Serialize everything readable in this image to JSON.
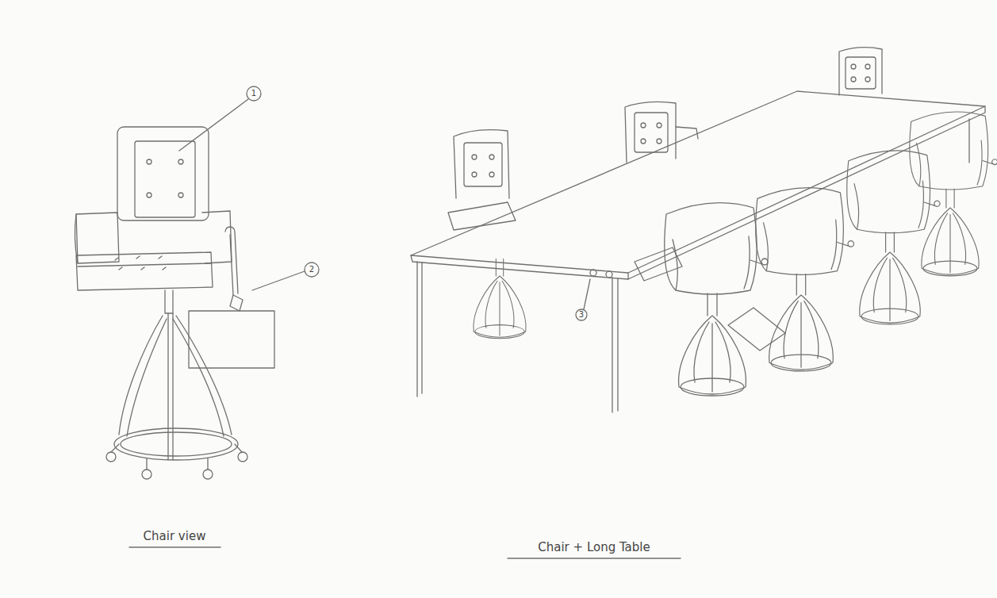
{
  "diagram": {
    "labels": [
      "1",
      "2",
      "3",
      "Chair view",
      "Chair + Long Table"
    ]
  }
}
